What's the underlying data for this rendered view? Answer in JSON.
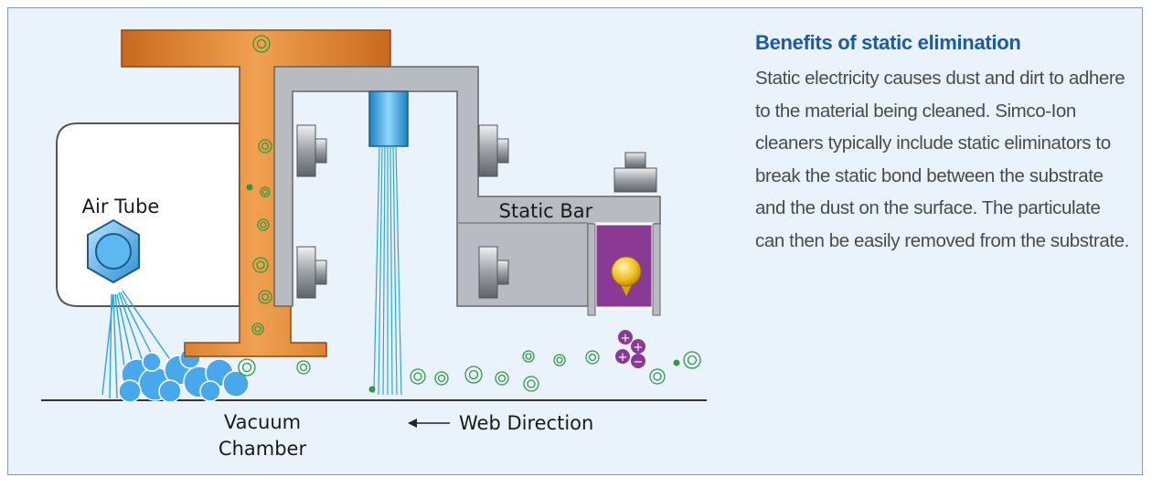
{
  "diagram": {
    "labels": {
      "air_tube": "Air Tube",
      "static_bar": "Static Bar",
      "vacuum_line1": "Vacuum",
      "vacuum_line2": "Chamber",
      "web_direction": "Web Direction"
    },
    "ion_signs": [
      "+",
      "+",
      "+",
      "−"
    ],
    "colors": {
      "beam": "#e08a35",
      "bracket": "#b8bcc2",
      "nozzle": "#3fa9e0",
      "static_bar_body": "#8a3a94",
      "particle": "#2e9b3e"
    }
  },
  "panel": {
    "title": "Benefits of static elimination",
    "body": "Static electricity causes dust and dirt to adhere to the material being cleaned. Simco-Ion cleaners typically include static eliminators to break the static bond between the substrate and the dust on the surface. The particulate can then be easily removed from the substrate."
  }
}
